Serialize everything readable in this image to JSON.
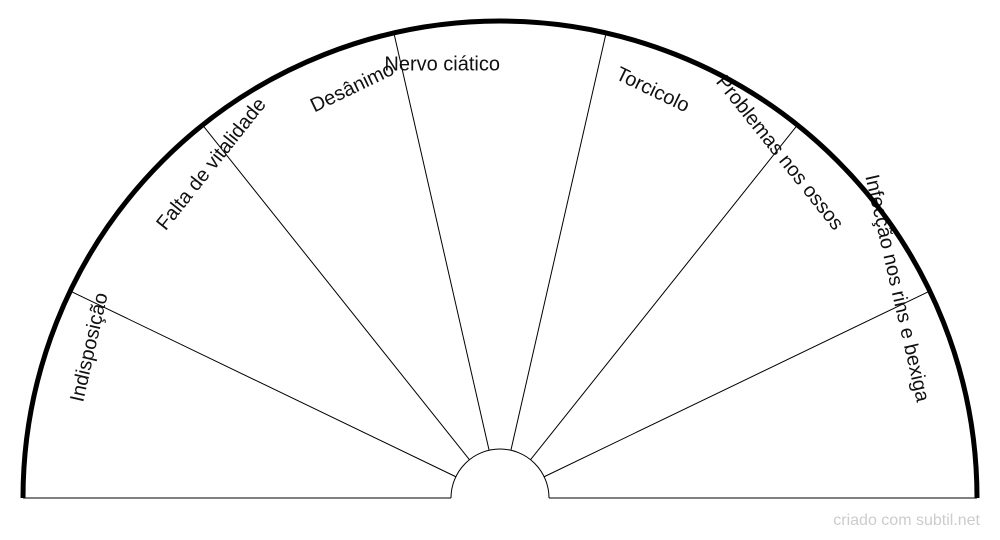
{
  "diagram": {
    "type": "semicircle-pendulum-chart",
    "sectors": [
      "Indisposição",
      "Falta de vitalidade",
      "Desânimo",
      "Nervo ciático",
      "Torcicolo",
      "Problemas nos ossos",
      "Infecção nos rins e bexiga"
    ],
    "colors": {
      "outline": "#000000",
      "watermark": "#cccccc"
    }
  },
  "footer": {
    "watermark": "criado com subtil.net"
  }
}
